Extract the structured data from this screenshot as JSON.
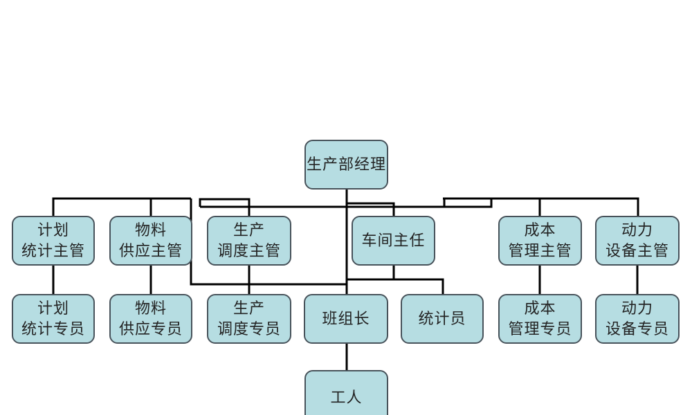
{
  "diagram": {
    "type": "org-chart",
    "nodes": {
      "manager": {
        "label": "生产部经理"
      },
      "planning_supervisor": {
        "label": "计划\n统计主管"
      },
      "material_supervisor": {
        "label": "物料\n供应主管"
      },
      "scheduling_supervisor": {
        "label": "生产\n调度主管"
      },
      "workshop_director": {
        "label": "车间主任"
      },
      "cost_supervisor": {
        "label": "成本\n管理主管"
      },
      "power_supervisor": {
        "label": "动力\n设备主管"
      },
      "planning_specialist": {
        "label": "计划\n统计专员"
      },
      "material_specialist": {
        "label": "物料\n供应专员"
      },
      "scheduling_specialist": {
        "label": "生产\n调度专员"
      },
      "team_leader": {
        "label": "班组长"
      },
      "statistician": {
        "label": "统计员"
      },
      "cost_specialist": {
        "label": "成本\n管理专员"
      },
      "power_specialist": {
        "label": "动力\n设备专员"
      },
      "worker": {
        "label": "工人"
      }
    },
    "edges": [
      {
        "from": "manager",
        "to": "planning_supervisor"
      },
      {
        "from": "manager",
        "to": "material_supervisor"
      },
      {
        "from": "manager",
        "to": "scheduling_supervisor"
      },
      {
        "from": "manager",
        "to": "workshop_director"
      },
      {
        "from": "manager",
        "to": "cost_supervisor"
      },
      {
        "from": "manager",
        "to": "power_supervisor"
      },
      {
        "from": "planning_supervisor",
        "to": "planning_specialist"
      },
      {
        "from": "material_supervisor",
        "to": "material_specialist"
      },
      {
        "from": "scheduling_supervisor",
        "to": "scheduling_specialist"
      },
      {
        "from": "workshop_director",
        "to": "team_leader"
      },
      {
        "from": "workshop_director",
        "to": "statistician"
      },
      {
        "from": "cost_supervisor",
        "to": "cost_specialist"
      },
      {
        "from": "power_supervisor",
        "to": "power_specialist"
      },
      {
        "from": "team_leader",
        "to": "worker"
      }
    ]
  },
  "colors": {
    "background": "#ffffff",
    "node_fill": "#b6dde2",
    "node_border": "#47525a",
    "connector": "#000000",
    "text": "#232323"
  }
}
